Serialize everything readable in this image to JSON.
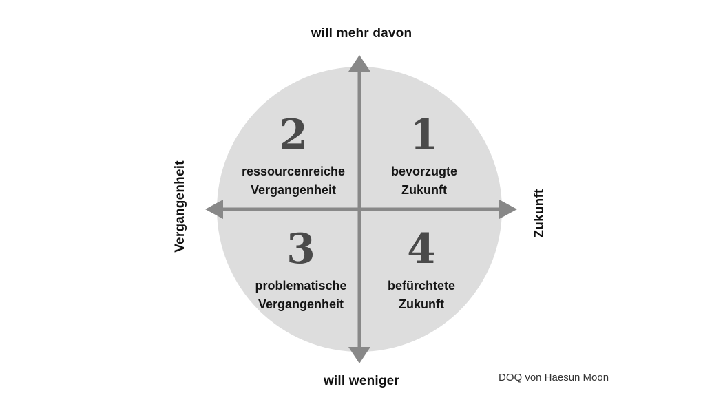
{
  "axes": {
    "top": "will mehr davon",
    "bottom": "will weniger",
    "left": "Vergangenheit",
    "right": "Zukunft"
  },
  "quadrants": [
    {
      "number": "1",
      "text": "bevorzugte\nZukunft"
    },
    {
      "number": "2",
      "text": "ressourcenreiche\nVergangenheit"
    },
    {
      "number": "3",
      "text": "problematische\nVergangenheit"
    },
    {
      "number": "4",
      "text": "befürchtete\nZukunft"
    }
  ],
  "credit": "DOQ von Haesun Moon",
  "colors": {
    "circle": "#dddddd",
    "arrow": "#888888",
    "number": "#4a4a4a",
    "text": "#111111"
  }
}
